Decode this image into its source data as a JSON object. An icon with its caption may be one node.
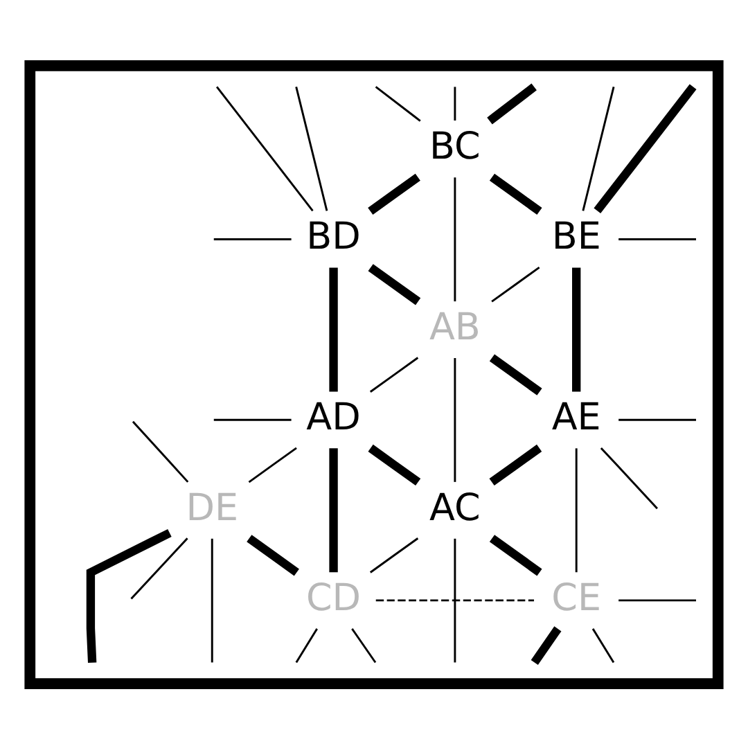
{
  "diagram": {
    "nodes": [
      {
        "text": [],
        "shape": "box"
      },
      {
        "text": [
          "BC"
        ],
        "in": 0
      },
      {
        "text": [
          "BD"
        ],
        "in": 0
      },
      {
        "text": [
          "BE"
        ],
        "in": 0
      },
      {
        "text": [
          "AB"
        ],
        "in": 0
      },
      {
        "text": [
          "AD"
        ],
        "in": 0
      },
      {
        "text": [
          "AE"
        ],
        "in": 0
      },
      {
        "text": [
          "DE"
        ],
        "in": 0
      },
      {
        "text": [
          "AC"
        ],
        "in": 0
      },
      {
        "text": [
          "CD"
        ],
        "in": 0
      },
      {
        "text": [
          "CE"
        ],
        "in": 0
      }
    ],
    "edges": [
      {
        "from": 1,
        "to": 2,
        "arrow": "none",
        "style": "thick"
      },
      {
        "from": 1,
        "to": 3,
        "arrow": "none",
        "style": "thick"
      },
      {
        "from": 1,
        "to": 4,
        "arrow": "none"
      },
      {
        "from": 2,
        "to": 4,
        "arrow": "none",
        "style": "thick"
      },
      {
        "from": 3,
        "to": 4,
        "arrow": "none"
      },
      {
        "from": 2,
        "to": 5,
        "arrow": "none",
        "style": "thick"
      },
      {
        "from": 3,
        "to": 6,
        "arrow": "none",
        "style": "thick"
      },
      {
        "from": 4,
        "to": 5,
        "arrow": "none"
      },
      {
        "from": 4,
        "to": 6,
        "arrow": "none",
        "style": "thick"
      },
      {
        "from": 4,
        "to": 8,
        "arrow": "none"
      },
      {
        "from": 5,
        "to": 8,
        "arrow": "none",
        "style": "thick"
      },
      {
        "from": 6,
        "to": 8,
        "arrow": "none",
        "style": "thick"
      },
      {
        "from": 5,
        "to": 7,
        "arrow": "none"
      },
      {
        "from": 5,
        "to": 9,
        "arrow": "none",
        "style": "thick"
      },
      {
        "from": 6,
        "to": 10,
        "arrow": "none"
      },
      {
        "from": 7,
        "to": 9,
        "arrow": "none",
        "style": "thick"
      },
      {
        "from": 8,
        "to": 9,
        "arrow": "none"
      },
      {
        "from": 8,
        "to": 10,
        "arrow": "none",
        "style": "thick"
      },
      {
        "from": 9,
        "to": 10,
        "arrow": "none",
        "style": "dashed"
      },
      {
        "from": null,
        "to": 2,
        "arrow": "none"
      },
      {
        "from": null,
        "to": 2,
        "arrow": "none"
      },
      {
        "from": null,
        "to": 1,
        "arrow": "none"
      },
      {
        "from": null,
        "to": 1,
        "arrow": "none",
        "style": "thick"
      },
      {
        "from": null,
        "to": 1,
        "arrow": "none"
      },
      {
        "from": null,
        "to": 3,
        "arrow": "none",
        "style": "thick"
      },
      {
        "from": null,
        "to": 3,
        "arrow": "none"
      },
      {
        "from": null,
        "to": 2,
        "arrow": "none"
      },
      {
        "from": 3,
        "to": null,
        "arrow": "none"
      },
      {
        "from": null,
        "to": 5,
        "arrow": "none"
      },
      {
        "from": 6,
        "to": null,
        "arrow": "none"
      },
      {
        "from": 6,
        "to": null,
        "arrow": "none"
      },
      {
        "from": 7,
        "to": null,
        "arrow": "none",
        "style": "thick"
      },
      {
        "from": null,
        "to": 7,
        "arrow": "none"
      },
      {
        "from": 10,
        "to": null,
        "arrow": "none"
      },
      {
        "from": 7,
        "to": null,
        "arrow": "none"
      },
      {
        "from": 7,
        "to": null,
        "arrow": "none"
      },
      {
        "from": 9,
        "to": null,
        "arrow": "none"
      },
      {
        "from": 9,
        "to": null,
        "arrow": "none"
      },
      {
        "from": 8,
        "to": null,
        "arrow": "none"
      },
      {
        "from": 10,
        "to": null,
        "arrow": "none",
        "style": "thick"
      },
      {
        "from": 10,
        "to": null,
        "arrow": "none"
      }
    ]
  }
}
